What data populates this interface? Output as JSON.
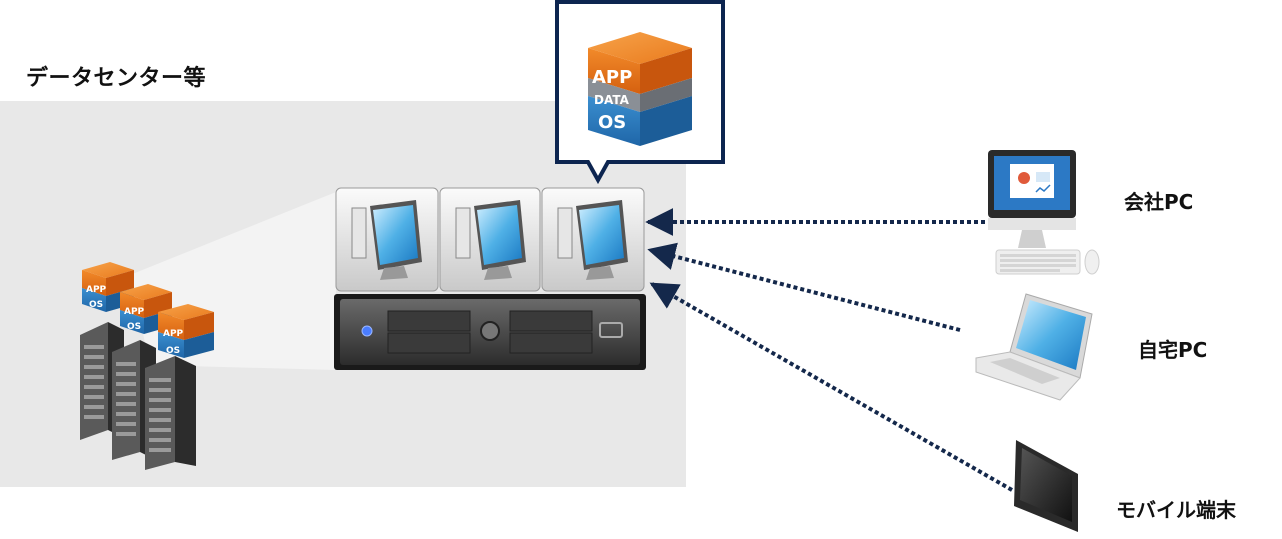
{
  "diagram": {
    "title": "データセンター等",
    "stack_layers": {
      "app": "APP",
      "data": "DATA",
      "os": "OS"
    },
    "mini_layers": {
      "app": "APP",
      "os": "OS"
    },
    "devices": {
      "office_pc": "会社PC",
      "home_pc": "自宅PC",
      "mobile": "モバイル端末"
    },
    "colors": {
      "app_orange": "#e8741a",
      "data_gray": "#8a8f96",
      "os_blue": "#2f7fc0",
      "connector": "#14284b",
      "callout_border": "#0d2550"
    }
  }
}
